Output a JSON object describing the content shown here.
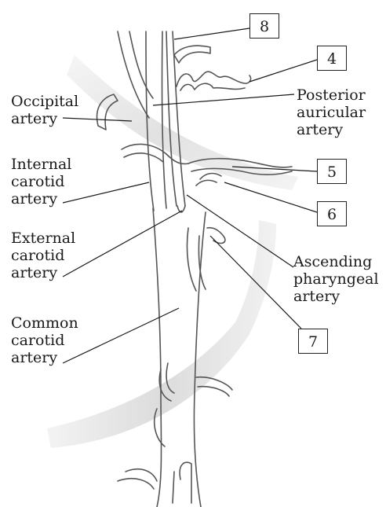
{
  "labels": {
    "occipital": "Occipital\nartery",
    "posterior_auricular": "Posterior\nauricular\nartery",
    "internal_carotid": "Internal\ncarotid\nartery",
    "external_carotid": "External\ncarotid\nartery",
    "ascending_pharyngeal": "Ascending\npharyngeal\nartery",
    "common_carotid": "Common\ncarotid\nartery"
  },
  "boxes": {
    "b8": "8",
    "b4": "4",
    "b5": "5",
    "b6": "6",
    "b7": "7"
  },
  "colors": {
    "vessel_stroke": "#555555",
    "vessel_fill": "#ffffff",
    "muscle_band": "#e6e6e6",
    "leader": "#1a1a1a"
  }
}
